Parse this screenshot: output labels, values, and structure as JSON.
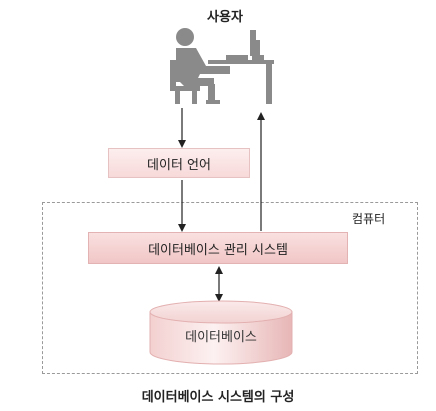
{
  "user": {
    "label": "사용자"
  },
  "data_language": {
    "label": "데이터 언어"
  },
  "computer": {
    "label": "컴퓨터"
  },
  "dbms": {
    "label": "데이터베이스 관리 시스템"
  },
  "database": {
    "label": "데이터베이스"
  },
  "caption": "데이터베이스 시스템의 구성",
  "colors": {
    "box_fill": "#f7d9d9",
    "dbms_fill": "#f1c6c6",
    "cylinder_edge": "#e8b8b8",
    "icon_gray": "#8a8a8a",
    "arrow": "#222222",
    "dashed_border": "#9a9a9a"
  },
  "icons": {
    "user": "person-at-desk-icon"
  }
}
